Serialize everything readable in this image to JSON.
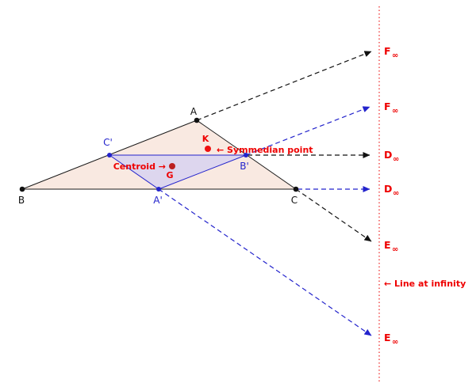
{
  "points": {
    "A": "A",
    "B": "B",
    "C": "C",
    "A_prime": "A'",
    "B_prime": "B'",
    "C_prime": "C'",
    "K": "K",
    "G": "G"
  },
  "annotations": {
    "symmedian_point": "← Symmedian point",
    "centroid": "Centroid →",
    "line_at_infinity": "← Line at infinity"
  },
  "infinity_points": [
    {
      "letter": "F",
      "sub": "∞"
    },
    {
      "letter": "F",
      "sub": "∞"
    },
    {
      "letter": "D",
      "sub": "∞"
    },
    {
      "letter": "D",
      "sub": "∞"
    },
    {
      "letter": "E",
      "sub": "∞"
    },
    {
      "letter": "E",
      "sub": "∞"
    }
  ],
  "colors": {
    "triangle_fill": "#f9e9e1",
    "triangle_stroke": "#1a1a1a",
    "medial_triangle_fill": "#ddd6ee",
    "medial_triangle_stroke": "#2323cc",
    "annotation_red": "#ee0000",
    "point_blue": "#2323cc",
    "point_black": "#111111",
    "symmedian_dot": "#ee1111",
    "centroid_dot": "#bb2020",
    "line_at_infinity": "#ee3333"
  }
}
